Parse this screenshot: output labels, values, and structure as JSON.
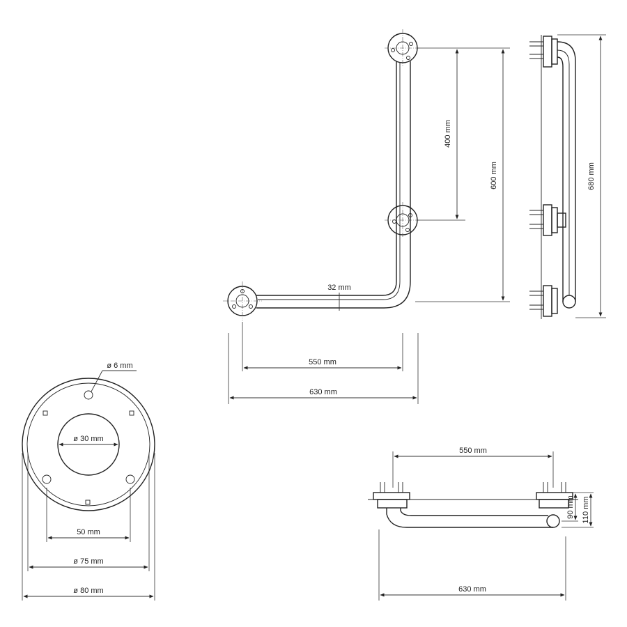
{
  "dimensions": {
    "vertical_spacing": "400 mm",
    "total_height_front": "600 mm",
    "side_height": "680 mm",
    "tube_diameter": "32 mm",
    "inner_length": "550 mm",
    "outer_length": "630 mm",
    "hole_diameter": "ø 6 mm",
    "center_hole": "ø 30 mm",
    "hole_spacing": "50 mm",
    "bolt_circle": "ø 75 mm",
    "flange_diameter": "ø 80 mm",
    "top_inner_length": "550 mm",
    "top_offset_small": "90 mm",
    "top_offset_large": "110 mm",
    "top_outer_length": "630 mm"
  }
}
